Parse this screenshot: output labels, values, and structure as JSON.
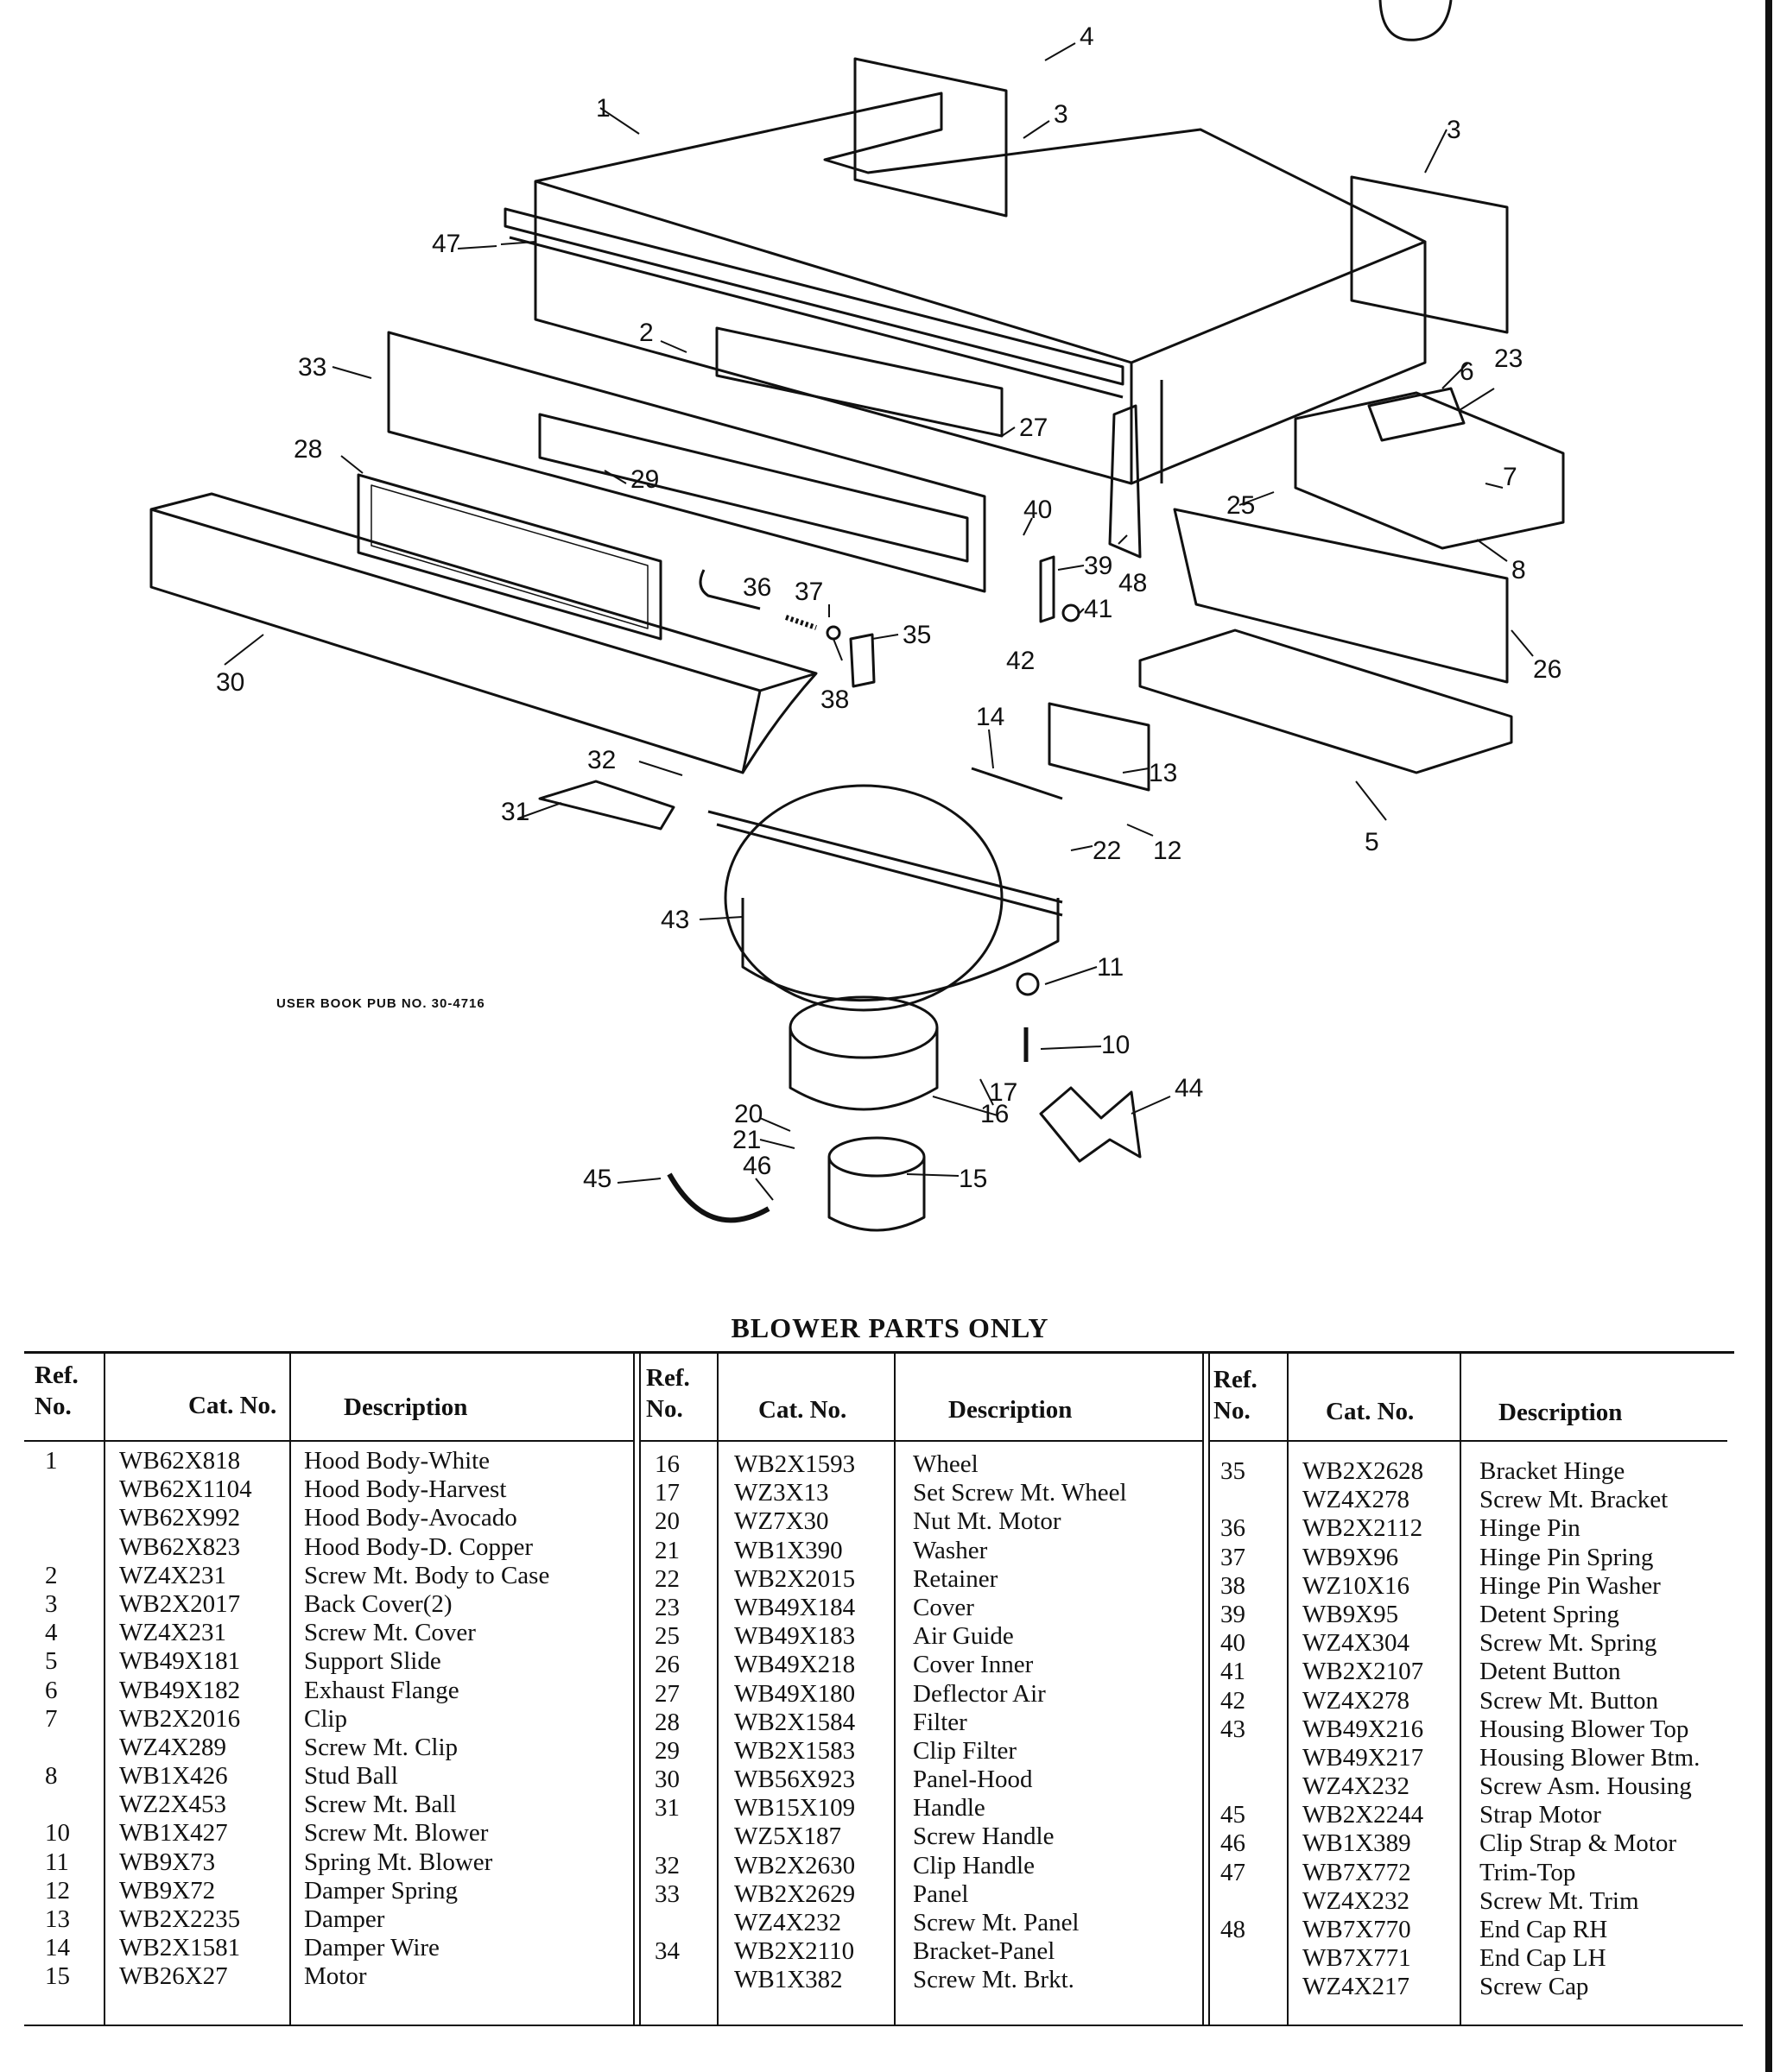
{
  "diagram": {
    "callouts": [
      "1",
      "2",
      "3",
      "3",
      "4",
      "5",
      "6",
      "7",
      "8",
      "10",
      "11",
      "12",
      "13",
      "14",
      "15",
      "16",
      "17",
      "20",
      "21",
      "22",
      "23",
      "25",
      "26",
      "27",
      "28",
      "29",
      "30",
      "31",
      "32",
      "33",
      "35",
      "36",
      "37",
      "38",
      "39",
      "40",
      "41",
      "42",
      "43",
      "44",
      "45",
      "46",
      "47",
      "48"
    ],
    "publication_note": "USER BOOK PUB NO. 30-4716"
  },
  "table": {
    "title": "BLOWER PARTS ONLY",
    "headers": {
      "ref": [
        "Ref.",
        "No."
      ],
      "cat": "Cat. No.",
      "description": "Description"
    },
    "columns": [
      {
        "ref": [
          "1",
          "",
          "",
          "",
          "2",
          "3",
          "4",
          "5",
          "6",
          "7",
          "",
          "8",
          "",
          "10",
          "11",
          "12",
          "13",
          "14",
          "15"
        ],
        "cat": [
          "WB62X818",
          "WB62X1104",
          "WB62X992",
          "WB62X823",
          "WZ4X231",
          "WB2X2017",
          "WZ4X231",
          "WB49X181",
          "WB49X182",
          "WB2X2016",
          "WZ4X289",
          "WB1X426",
          "WZ2X453",
          "WB1X427",
          "WB9X73",
          "WB9X72",
          "WB2X2235",
          "WB2X1581",
          "WB26X27"
        ],
        "description": [
          "Hood Body-White",
          "Hood Body-Harvest",
          "Hood Body-Avocado",
          "Hood Body-D. Copper",
          "Screw Mt. Body to Case",
          "Back Cover(2)",
          "Screw Mt. Cover",
          "Support Slide",
          "Exhaust Flange",
          "Clip",
          "Screw Mt. Clip",
          "Stud Ball",
          "Screw Mt. Ball",
          "Screw Mt. Blower",
          "Spring Mt. Blower",
          "Damper Spring",
          "Damper",
          "Damper Wire",
          "Motor"
        ]
      },
      {
        "ref": [
          "16",
          "17",
          "20",
          "21",
          "22",
          "23",
          "25",
          "26",
          "27",
          "28",
          "29",
          "30",
          "31",
          "",
          "32",
          "33",
          "",
          "34",
          ""
        ],
        "cat": [
          "WB2X1593",
          "WZ3X13",
          "WZ7X30",
          "WB1X390",
          "WB2X2015",
          "WB49X184",
          "WB49X183",
          "WB49X218",
          "WB49X180",
          "WB2X1584",
          "WB2X1583",
          "WB56X923",
          "WB15X109",
          "WZ5X187",
          "WB2X2630",
          "WB2X2629",
          "WZ4X232",
          "WB2X2110",
          "WB1X382"
        ],
        "description": [
          "Wheel",
          "Set Screw Mt. Wheel",
          "Nut Mt. Motor",
          "Washer",
          "Retainer",
          "Cover",
          "Air Guide",
          "Cover Inner",
          "Deflector Air",
          "Filter",
          "Clip Filter",
          "Panel-Hood",
          "Handle",
          "Screw Handle",
          "Clip Handle",
          "Panel",
          "Screw Mt. Panel",
          "Bracket-Panel",
          "Screw Mt. Brkt."
        ]
      },
      {
        "ref": [
          "35",
          "",
          "36",
          "37",
          "38",
          "39",
          "40",
          "41",
          "42",
          "43",
          "",
          "",
          "45",
          "46",
          "47",
          "",
          "48",
          "",
          ""
        ],
        "cat": [
          "WB2X2628",
          "WZ4X278",
          "WB2X2112",
          "WB9X96",
          "WZ10X16",
          "WB9X95",
          "WZ4X304",
          "WB2X2107",
          "WZ4X278",
          "WB49X216",
          "WB49X217",
          "WZ4X232",
          "WB2X2244",
          "WB1X389",
          "WB7X772",
          "WZ4X232",
          "WB7X770",
          "WB7X771",
          "WZ4X217"
        ],
        "description": [
          "Bracket Hinge",
          "Screw Mt. Bracket",
          "Hinge Pin",
          "Hinge Pin Spring",
          "Hinge Pin Washer",
          "Detent Spring",
          "Screw Mt. Spring",
          "Detent Button",
          "Screw Mt. Button",
          "Housing Blower Top",
          "Housing Blower Btm.",
          "Screw Asm. Housing",
          "Strap Motor",
          "Clip Strap & Motor",
          "Trim-Top",
          "Screw Mt. Trim",
          "End Cap RH",
          "End Cap LH",
          "Screw Cap"
        ]
      }
    ]
  }
}
